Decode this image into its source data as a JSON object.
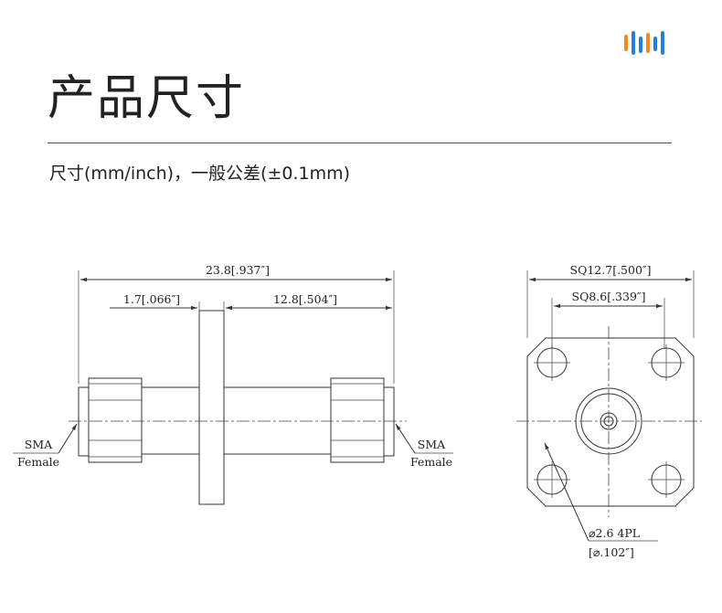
{
  "header": {
    "title": "产品尺寸",
    "subtitle": "尺寸(mm/inch)，一般公差(±0.1mm)"
  },
  "brand": {
    "logo_icon": "sound-wave-logo-icon",
    "colors": [
      "#f08a24",
      "#2a7fd4",
      "#2a7fd4",
      "#f08a24",
      "#2a7fd4",
      "#2a7fd4"
    ]
  },
  "side_view": {
    "overall_length": "23.8[.937″]",
    "flange_thickness": "1.7[.066″]",
    "right_length": "12.8[.504″]",
    "left_label_line1": "SMA",
    "left_label_line2": "Female",
    "right_label_line1": "SMA",
    "right_label_line2": "Female"
  },
  "front_view": {
    "flange_square": "SQ12.7[.500″]",
    "hole_spacing": "SQ8.6[.339″]",
    "hole_dia_line1": "⌀2.6  4PL",
    "hole_dia_line2": "[⌀.102″]"
  }
}
